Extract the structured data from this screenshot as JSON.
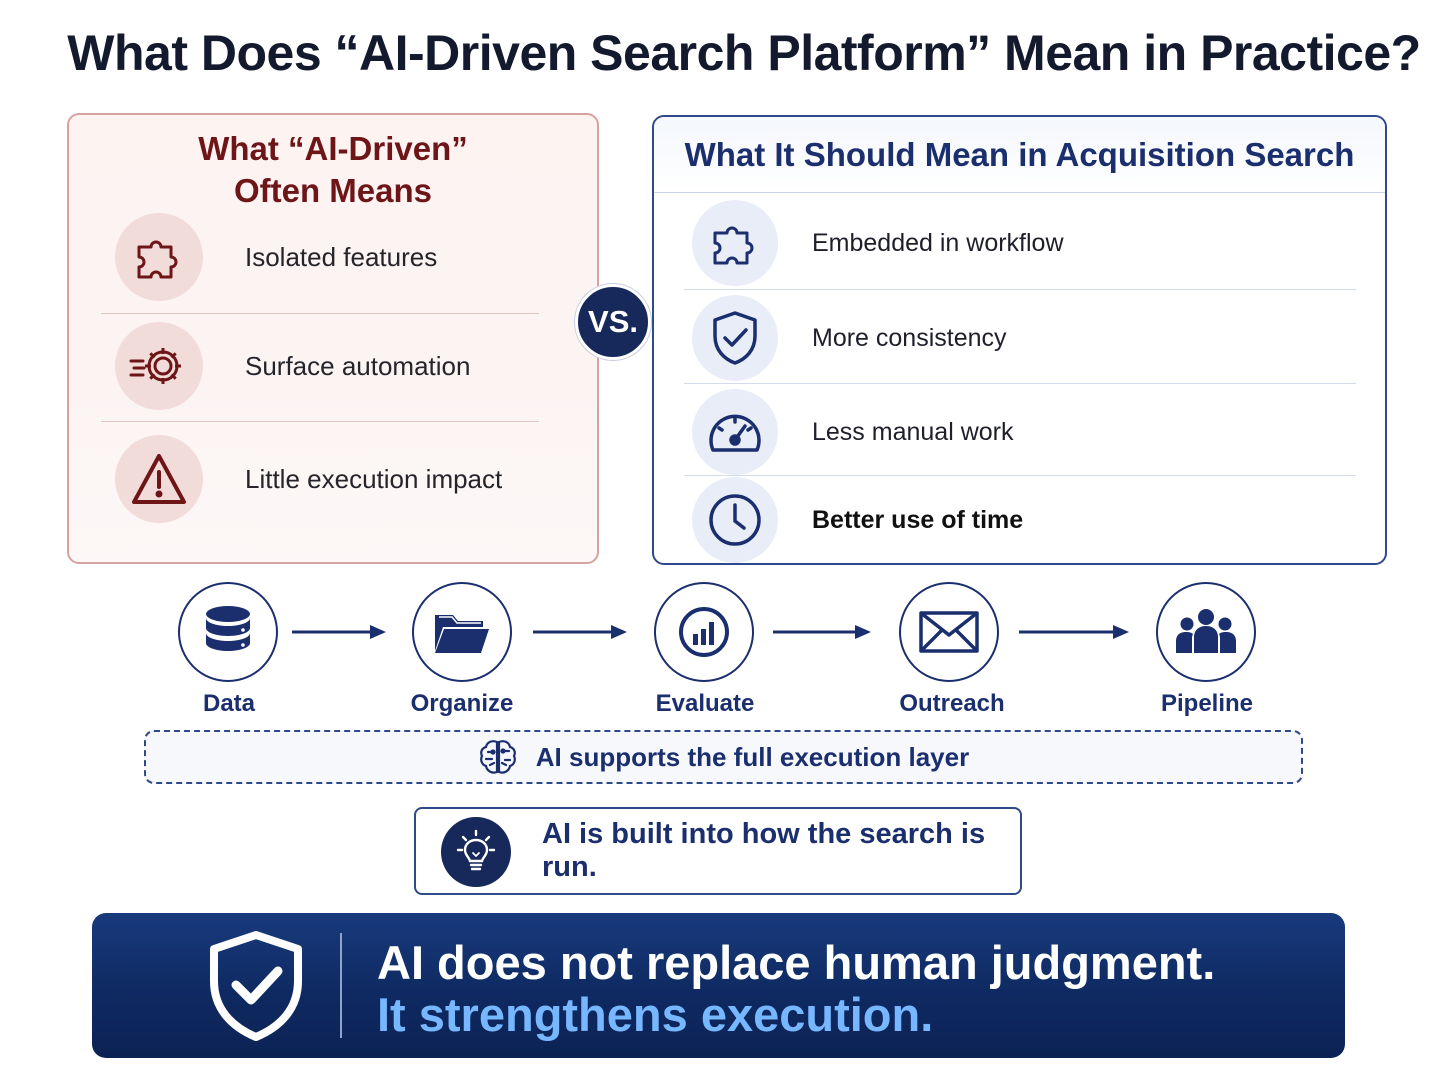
{
  "title": "What Does “AI-Driven Search Platform” Mean in Practice?",
  "left_panel": {
    "title_line1": "What “AI-Driven”",
    "title_line2": "Often Means",
    "items": [
      {
        "label": "Isolated features",
        "icon": "puzzle-piece-icon"
      },
      {
        "label": "Surface automation",
        "icon": "gear-icon"
      },
      {
        "label": "Little execution impact",
        "icon": "warning-triangle-icon"
      }
    ]
  },
  "vs_label": "VS.",
  "right_panel": {
    "title": "What It Should Mean in Acquisition Search",
    "items": [
      {
        "label": "Embedded in workflow",
        "icon": "puzzle-piece-icon"
      },
      {
        "label": "More consistency",
        "icon": "shield-check-icon"
      },
      {
        "label": "Less manual work",
        "icon": "speedometer-icon"
      },
      {
        "label": "Better use of time",
        "icon": "clock-icon"
      }
    ]
  },
  "flow": {
    "steps": [
      {
        "label": "Data",
        "icon": "database-icon"
      },
      {
        "label": "Organize",
        "icon": "folder-icon"
      },
      {
        "label": "Evaluate",
        "icon": "bar-chart-icon"
      },
      {
        "label": "Outreach",
        "icon": "envelope-icon"
      },
      {
        "label": "Pipeline",
        "icon": "people-group-icon"
      }
    ]
  },
  "support_layer": {
    "text": "AI supports the full execution layer",
    "icon": "brain-icon"
  },
  "built_in": {
    "text": "AI is built into how the search is run.",
    "icon": "lightbulb-icon"
  },
  "banner": {
    "line1": "AI does not replace human judgment.",
    "line2": "It strengthens execution.",
    "icon": "shield-check-icon"
  },
  "colors": {
    "navy": "#1b2f6e",
    "dark_red": "#6e1518",
    "banner_highlight": "#77b7ff"
  }
}
